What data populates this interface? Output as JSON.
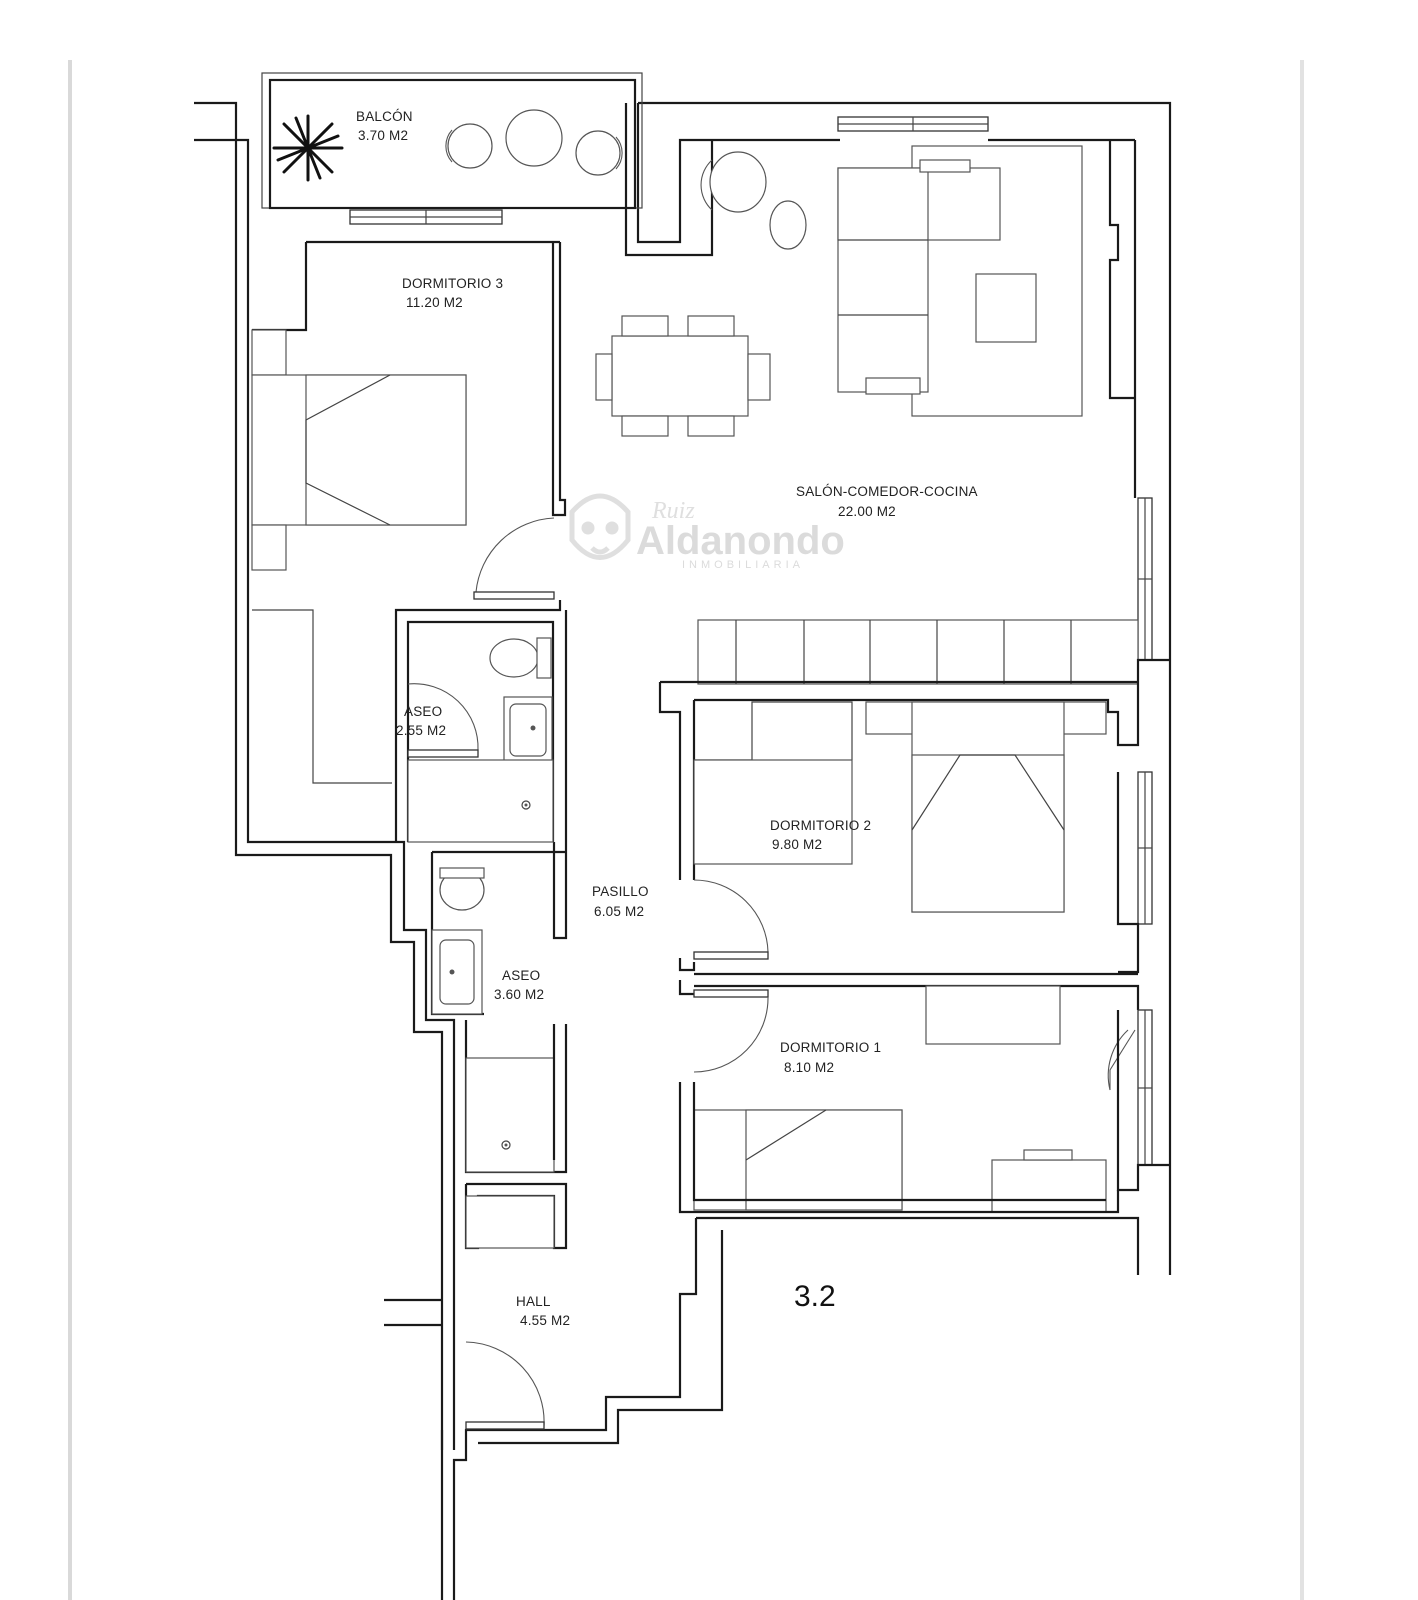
{
  "plan_id": "3.2",
  "watermark": {
    "script": "Ruiz",
    "name": "Aldanondo",
    "subtitle": "INMOBILIARIA"
  },
  "rooms": [
    {
      "id": "balcon",
      "name": "BALCÓN",
      "area": "3.70 M2"
    },
    {
      "id": "dormitorio-3",
      "name": "DORMITORIO 3",
      "area": "11.20 M2"
    },
    {
      "id": "salon",
      "name": "SALÓN-COMEDOR-COCINA",
      "area": "22.00 M2"
    },
    {
      "id": "aseo-1",
      "name": "ASEO",
      "area": "2.55 M2"
    },
    {
      "id": "dormitorio-2",
      "name": "DORMITORIO 2",
      "area": "9.80 M2"
    },
    {
      "id": "pasillo",
      "name": "PASILLO",
      "area": "6.05 M2"
    },
    {
      "id": "aseo-2",
      "name": "ASEO",
      "area": "3.60 M2"
    },
    {
      "id": "dormitorio-1",
      "name": "DORMITORIO 1",
      "area": "8.10 M2"
    },
    {
      "id": "hall",
      "name": "HALL",
      "area": "4.55 M2"
    }
  ]
}
